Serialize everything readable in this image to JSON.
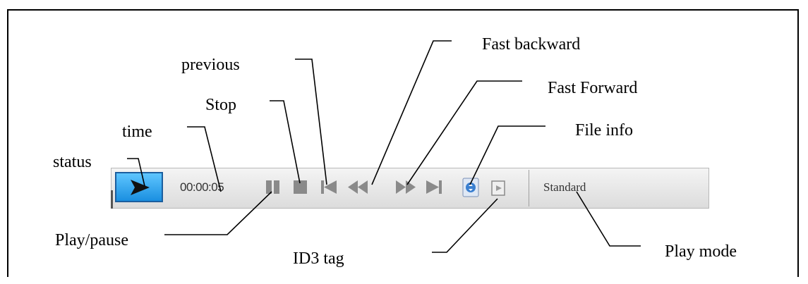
{
  "labels": {
    "status": "status",
    "time": "time",
    "stop": "Stop",
    "previous": "previous",
    "fast_backward": "Fast  backward",
    "fast_forward": "Fast Forward",
    "file_info": "File info",
    "play_pause": "Play/pause",
    "id3_tag": "ID3 tag",
    "play_mode": "Play mode"
  },
  "toolbar": {
    "time_value": "00:00:05",
    "play_mode_value": "Standard",
    "status_icon": "play-arrow-icon",
    "buttons": [
      "pause-icon",
      "stop-icon",
      "previous-icon",
      "fast-backward-icon",
      "fast-forward-icon",
      "next-icon",
      "file-info-icon",
      "id3-tag-icon"
    ]
  },
  "colors": {
    "status_button": "#2196f3",
    "icon_gray": "#8a8a8a"
  }
}
